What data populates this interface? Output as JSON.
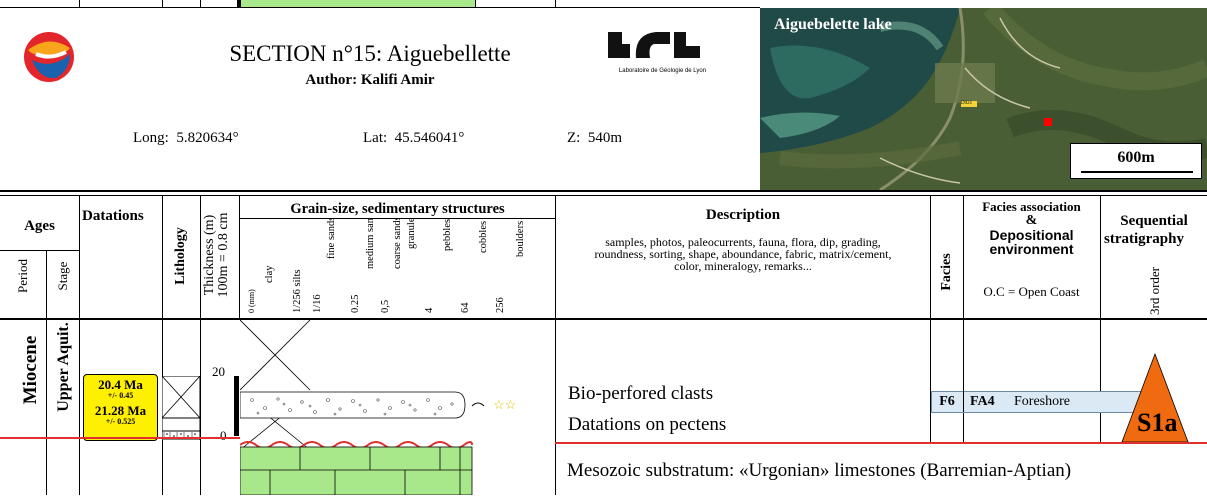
{
  "header": {
    "title": "SECTION n°15: Aiguebellette",
    "author": "Author: Kalifi Amir",
    "long": "Long:  5.820634°",
    "lat": "Lat:  45.546041°",
    "z": "Z:  540m",
    "lab_logo_text": "Laboratoire de Géologie de Lyon",
    "map_title": "Aiguebelette lake",
    "map_scale": "600m",
    "map_road_label": "D921"
  },
  "columns": {
    "ages": "Ages",
    "period": "Period",
    "stage": "Stage",
    "datations": "Datations",
    "lithology": "Lithology",
    "thickness": "Thickness (m)",
    "thickness_scale": "100m = 0.8 cm",
    "grain_title": "Grain-size, sedimentary structures",
    "grain_labels": [
      "0 (mm)",
      "clay",
      "1/256 silts",
      "1/16",
      "fine sands",
      "0.25",
      "medium sands",
      "0,5",
      "coarse sands",
      "granules",
      "4",
      "pebbles",
      "64",
      "cobbles",
      "256",
      "boulders"
    ],
    "description_title": "Description",
    "description_sub": "samples, photos, paleocurrents, fauna, flora, dip, grading, roundness, sorting, shape, aboundance, fabric, matrix/cement, color, mineralogy, remarks...",
    "facies": "Facies",
    "facies_assoc_1": "Facies association",
    "facies_assoc_2": "&",
    "facies_assoc_3": "Depositional",
    "facies_assoc_4": "environment",
    "facies_oc": "O.C = Open Coast",
    "seq_1": "Sequential",
    "seq_2": "stratigraphy",
    "seq_order": "3rd order"
  },
  "body": {
    "period": "Miocene",
    "stage": "Upper Aquit.",
    "dating_1": "20.4 Ma",
    "dating_1_err": "+/- 0.45",
    "dating_2": "21.28 Ma",
    "dating_2_err": "+/- 0.525",
    "tick_20": "20",
    "tick_0": "0",
    "desc_1": "Bio-perfored clasts",
    "desc_2": "Datations on pectens",
    "substratum": "Mesozoic substratum: «Urgonian» limestones (Barremian-Aptian)",
    "facies": "F6",
    "facies_assoc": "FA4",
    "environment": "Foreshore",
    "sequence": "S1a"
  },
  "colors": {
    "dating_fill": "#ffef00",
    "limestone": "#a8e88a",
    "facies_box": "#dbe9f5",
    "sequence_triangle": "#f06a10",
    "boundary_red": "#e03030"
  }
}
